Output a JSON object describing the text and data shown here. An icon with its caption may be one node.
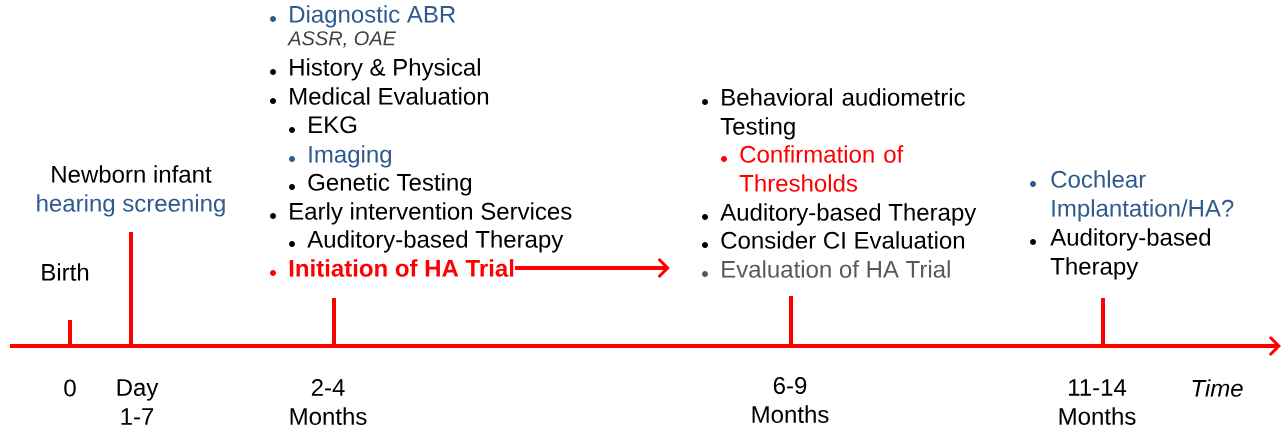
{
  "diagram": {
    "nodes": [
      {
        "text": [
          "Newborn infant",
          "hearing screening"
        ]
      },
      {
        "text": [
          "Diagnostic ABR",
          "ASSR, OAE",
          "History & Physical",
          "Medical Evaluation",
          "EKG",
          "Imaging",
          "Genetic Testing",
          "Early intervention Services",
          "Auditory-based Therapy",
          "Initiation of HA Trial"
        ]
      },
      {
        "text": [
          "Behavioral audiometric Testing",
          "Confirmation of Thresholds",
          "Auditory-based Therapy",
          "Consider CI Evaluation",
          "Evaluation of HA Trial"
        ]
      },
      {
        "text": [
          "Cochlear Implantation/HA?",
          "Auditory-based Therapy"
        ]
      }
    ],
    "edges": [
      {
        "from": 1,
        "to": 2,
        "arrow": "to"
      }
    ],
    "labels": [
      "Birth",
      "0",
      "Day 1-7",
      "2-4 Months",
      "6-9 Months",
      "11-14 Months",
      "Time"
    ]
  }
}
